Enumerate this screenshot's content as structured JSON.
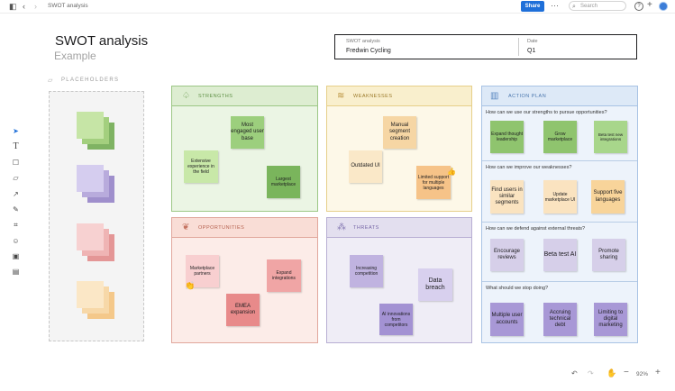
{
  "topbar": {
    "doc_title": "SWOT analysis",
    "share_label": "Share",
    "more_label": "···",
    "search_placeholder": "Search",
    "help_label": "?",
    "add_label": "+"
  },
  "header": {
    "title": "SWOT analysis",
    "subtitle": "Example",
    "info": {
      "title_label": "SWOT analysis",
      "title_value": "Fredwin Cycling",
      "date_label": "Date",
      "date_value": "Q1"
    }
  },
  "placeholders": {
    "label": "PLACEHOLDERS"
  },
  "strengths": {
    "title": "STRENGTHS",
    "notes": [
      "Most engaged user base",
      "Extensive experience in the field",
      "Largest marketplace"
    ]
  },
  "weaknesses": {
    "title": "WEAKNESSES",
    "notes": [
      "Manual segment creation",
      "Outdated UI",
      "Limited support for multiple languages"
    ]
  },
  "opportunities": {
    "title": "OPPORTUNITIES",
    "notes": [
      "Marketplace partners",
      "Expand integrations",
      "EMEA expansion"
    ]
  },
  "threats": {
    "title": "THREATS",
    "notes": [
      "Increasing competition",
      "Data breach",
      "AI innovations from competitors"
    ]
  },
  "action_plan": {
    "title": "ACTION PLAN",
    "rows": [
      {
        "question": "How can we use our strengths to pursue opportunities?",
        "notes": [
          "Expand thought leadership",
          "Grow marketplace",
          "Beta test new integrations"
        ]
      },
      {
        "question": "How can we improve our weaknesses?",
        "notes": [
          "Find users in similar segments",
          "Update marketplace UI",
          "Support five languages"
        ]
      },
      {
        "question": "How can we defend against external threats?",
        "notes": [
          "Encourage reviews",
          "Beta test AI",
          "Promote sharing"
        ]
      },
      {
        "question": "What should we stop doing?",
        "notes": [
          "Multiple user accounts",
          "Accruing technical debt",
          "Limiting to digital marketing"
        ]
      }
    ]
  },
  "zoom": {
    "level": "92%"
  },
  "colors": {
    "accent": "#1e6fd9",
    "strengths_bg": "#ebf5e4",
    "weaknesses_bg": "#fdf8e8",
    "opportunities_bg": "#fcece8",
    "threats_bg": "#efedf6",
    "action_bg": "#edf3fb"
  }
}
